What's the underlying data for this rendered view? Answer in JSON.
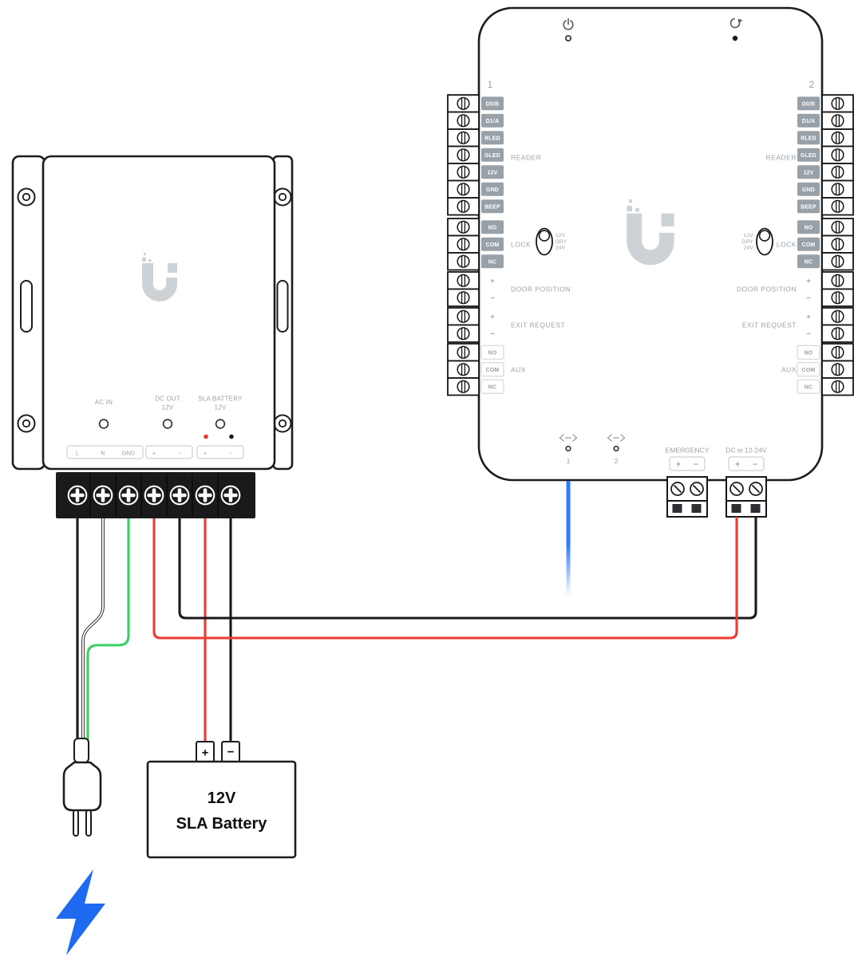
{
  "colors": {
    "wire_red": "#EF3A32",
    "wire_black": "#1A1A1A",
    "wire_green": "#3BCF63",
    "wire_blue": "#2E7BFF",
    "bolt_blue": "#1E6BF1",
    "label_gray": "#99A1A8",
    "chip_bg": "#99A1A8",
    "logo_gray": "#CDD2D7",
    "led_red": "#E03A2F"
  },
  "power_supply": {
    "indicator_ac_in": "AC IN",
    "indicator_dc_out": "DC OUT",
    "indicator_dc_out_v": "12V",
    "indicator_sla": "SLA BATTERY",
    "indicator_sla_v": "12V",
    "terminals": [
      "L",
      "N",
      "GND",
      "+",
      "−",
      "+",
      "−"
    ]
  },
  "controller": {
    "port1": "1",
    "port2": "2",
    "reader_label": "READER",
    "lock_label": "LOCK",
    "door_position_label": "DOOR POSITION",
    "exit_request_label": "EXIT REQUEST",
    "aux_label": "AUX",
    "emergency_label": "EMERGENCY",
    "dc_in_label": "DC in 12-24V",
    "plus": "+",
    "minus": "−",
    "reader_pins": [
      "D0/B",
      "D1/A",
      "RLED",
      "GLED",
      "12V",
      "GND",
      "BEEP"
    ],
    "lock_pins": [
      "NO",
      "COM",
      "NC"
    ],
    "aux_pins": [
      "NO",
      "COM",
      "NC"
    ],
    "lock_voltages": [
      "12V",
      "DRY",
      "24V"
    ],
    "channel1": "1",
    "channel2": "2"
  },
  "battery": {
    "title": "12V",
    "subtitle": "SLA Battery",
    "plus": "+",
    "minus": "−"
  }
}
